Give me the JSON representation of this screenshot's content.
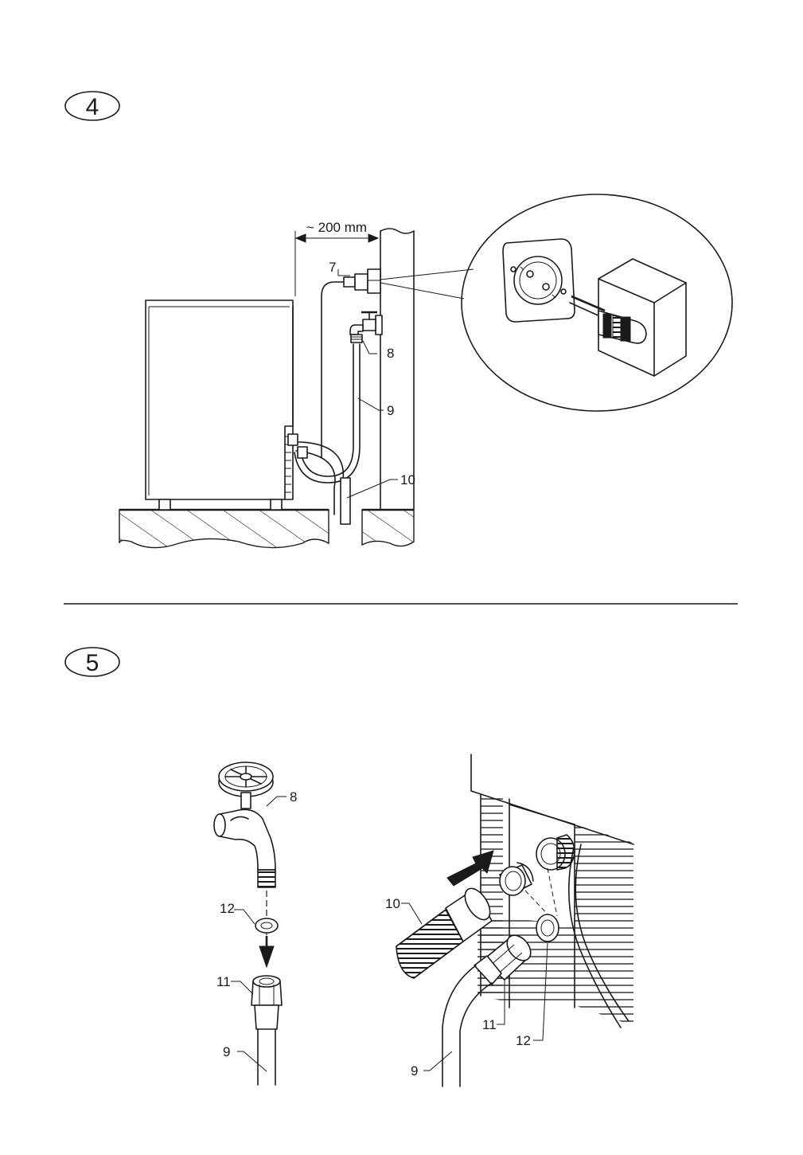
{
  "step4": {
    "number": "4",
    "dimension_label": "~ 200 mm",
    "callouts": {
      "c7": "7",
      "c8": "8",
      "c9": "9",
      "c10": "10"
    }
  },
  "step5": {
    "number": "5",
    "left_callouts": {
      "c8": "8",
      "c12": "12",
      "c11": "11",
      "c9": "9"
    },
    "right_callouts": {
      "c10": "10",
      "c11": "11",
      "c12": "12",
      "c9": "9"
    }
  },
  "colors": {
    "line": "#1a1a1a",
    "background": "#ffffff"
  }
}
